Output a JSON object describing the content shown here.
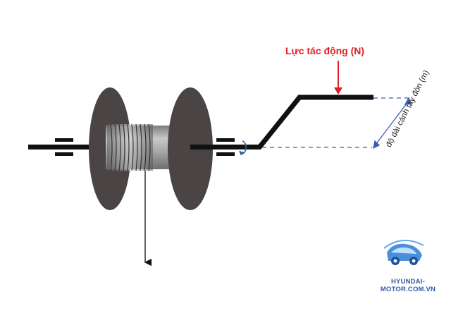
{
  "labels": {
    "force": "Lực tác động (N)",
    "arm_length": "độ dài cánh tay đòn (m)"
  },
  "watermark": {
    "site": "HYUNDAI-MOTOR.COM.VN"
  },
  "colors": {
    "force_red": "#e11f26",
    "disk_dark": "#4a4444",
    "drum_gray": "#9a9a9a",
    "shaft_black": "#111111",
    "dashed_blue": "#3a5fb0",
    "rotation_arrow": "#2d5fa8",
    "watermark_blue": "#2f5aa8"
  },
  "icons": {
    "rotation": "curved-rotation-arrow-icon",
    "logo": "car-logo-icon"
  }
}
